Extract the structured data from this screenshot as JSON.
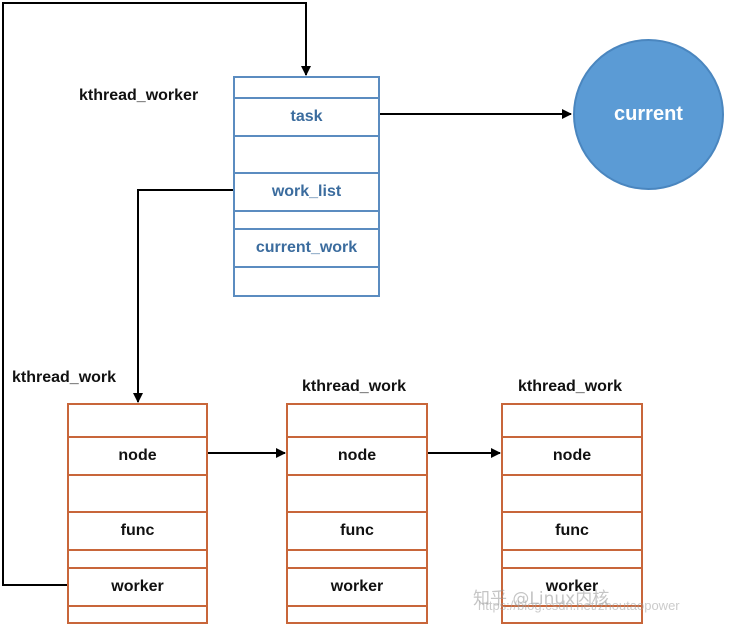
{
  "labels": {
    "worker_struct": "kthread_worker",
    "work_struct_1": "kthread_work",
    "work_struct_2": "kthread_work",
    "work_struct_3": "kthread_work"
  },
  "worker_box": {
    "fields": [
      "",
      "task",
      "",
      "work_list",
      "",
      "current_work",
      ""
    ]
  },
  "work_box_1": {
    "fields": [
      "",
      "node",
      "",
      "func",
      "",
      "worker",
      ""
    ]
  },
  "work_box_2": {
    "fields": [
      "",
      "node",
      "",
      "func",
      "",
      "worker",
      ""
    ]
  },
  "work_box_3": {
    "fields": [
      "",
      "node",
      "",
      "func",
      "",
      "worker",
      ""
    ]
  },
  "current": {
    "label": "current"
  },
  "watermark": {
    "text": "知乎 @Linux内核",
    "url": "https://blog.csdn.net/zhoutaopower"
  },
  "colors": {
    "worker_border": "#5b8cc0",
    "work_border": "#c8663a",
    "circle_fill": "#5b9bd5",
    "arrow": "#000000"
  }
}
